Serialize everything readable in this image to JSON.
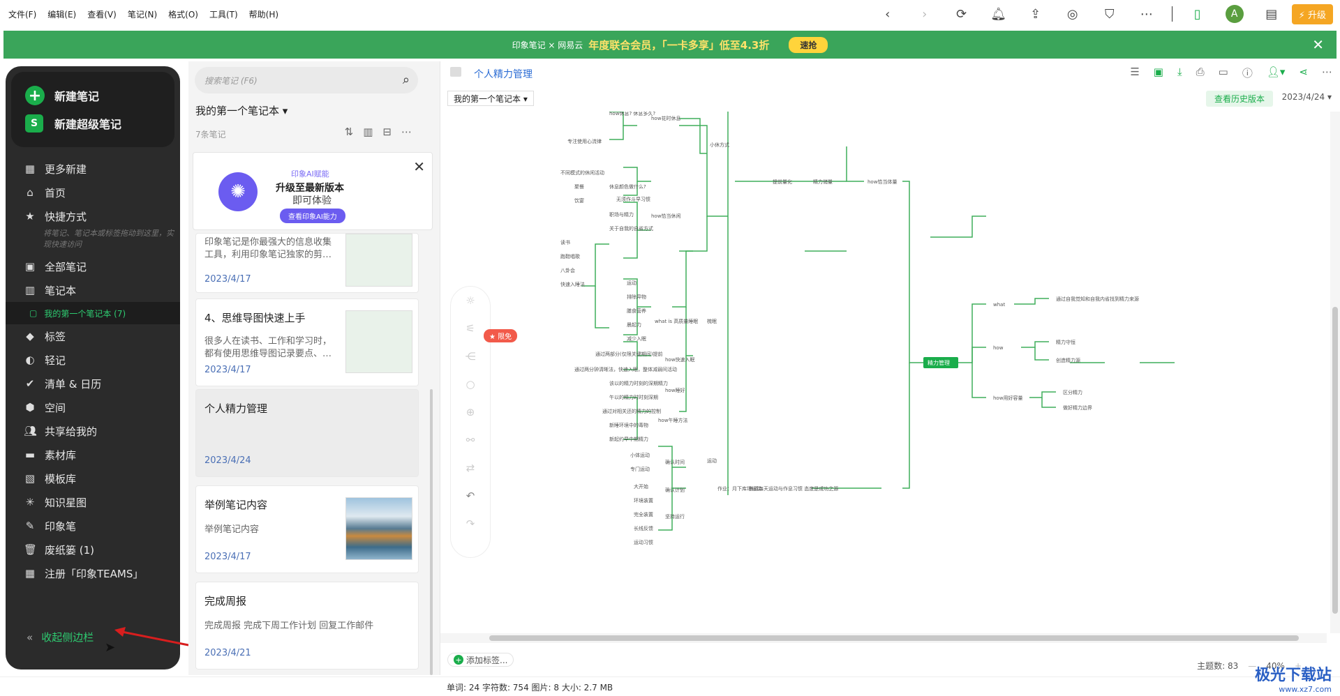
{
  "menu": [
    "文件(F)",
    "编辑(E)",
    "查看(V)",
    "笔记(N)",
    "格式(O)",
    "工具(T)",
    "帮助(H)"
  ],
  "toolbar": {
    "upgrade_label": "升级"
  },
  "banner": {
    "logo": "印象笔记 × 网易云",
    "promo": "年度联合会员，「一卡多享」低至4.3折",
    "button": "速抢"
  },
  "sidebar": {
    "new_note": "新建笔记",
    "new_super_note": "新建超级笔记",
    "items": [
      {
        "label": "更多新建",
        "icon": "grid-icon"
      },
      {
        "label": "首页",
        "icon": "home-icon"
      },
      {
        "label": "快捷方式",
        "icon": "star-icon"
      }
    ],
    "shortcut_hint": "将笔记、笔记本或标签拖动到这里，实现快速访问",
    "items2": [
      {
        "label": "全部笔记",
        "icon": "note-icon"
      },
      {
        "label": "笔记本",
        "icon": "notebook-icon"
      }
    ],
    "current_notebook": "我的第一个笔记本  (7)",
    "items3": [
      {
        "label": "标签",
        "icon": "tag-icon"
      },
      {
        "label": "轻记",
        "icon": "pin-icon"
      },
      {
        "label": "清单 & 日历",
        "icon": "check-icon"
      },
      {
        "label": "空间",
        "icon": "cube-icon"
      },
      {
        "label": "共享给我的",
        "icon": "share-icon"
      },
      {
        "label": "素材库",
        "icon": "library-icon"
      },
      {
        "label": "模板库",
        "icon": "template-icon"
      },
      {
        "label": "知识星图",
        "icon": "graph-icon"
      },
      {
        "label": "印象笔",
        "icon": "pen-icon"
      },
      {
        "label": "废纸篓  (1)",
        "icon": "trash-icon"
      },
      {
        "label": "注册「印象TEAMS」",
        "icon": "building-icon"
      }
    ],
    "collapse": "收起侧边栏"
  },
  "notelist": {
    "search_placeholder": "搜索笔记 (F6)",
    "notebook_title": "我的第一个笔记本 ▾",
    "count": "7条笔记",
    "ai_card": {
      "small": "印象AI赋能",
      "title": "升级至最新版本",
      "subtitle": "即可体验",
      "button": "查看印象AI能力"
    },
    "notes": [
      {
        "title": "",
        "snippet": "印象笔记是你最强大的信息收集工具，利用印象笔记独家的剪…",
        "date": "2023/4/17"
      },
      {
        "title": "4、思维导图快速上手",
        "snippet": "很多人在读书、工作和学习时，都有使用思维导图记录要点、…",
        "date": "2023/4/17"
      },
      {
        "title": "个人精力管理",
        "snippet": "",
        "date": "2023/4/24"
      },
      {
        "title": "举例笔记内容",
        "snippet": "举例笔记内容",
        "date": "2023/4/17"
      },
      {
        "title": "完成周报",
        "snippet": "完成周报 完成下周工作计划 回复工作邮件",
        "date": "2023/4/21"
      }
    ]
  },
  "editor": {
    "title": "个人精力管理",
    "notebook": "我的第一个笔记本 ▾",
    "history_button": "查看历史版本",
    "date": "2023/4/24 ▾",
    "free_tag": "限免",
    "topic_count": "主题数: 83",
    "zoom": "40%",
    "add_tag": "添加标签...",
    "mindmap": {
      "root": "精力管理",
      "right": [
        "what",
        "how",
        "how用好容量"
      ],
      "left_main": [
        "how恰当体量",
        "精力储量",
        "小休方式",
        "提前量化",
        "运动",
        "作业"
      ],
      "leaf_notes": [
        "how休息? 休息多久?",
        "how花时休息",
        "what is 高质量睡眠",
        "how快速入眠",
        "how睡好",
        "how午睡",
        "确认时间",
        "确认计划",
        "坚持运动"
      ]
    }
  },
  "status": {
    "text": "单词: 24   字符数: 754   图片: 8   大小: 2.7 MB"
  },
  "watermark": {
    "brand": "极光下载站",
    "url": "www.xz7.com"
  }
}
